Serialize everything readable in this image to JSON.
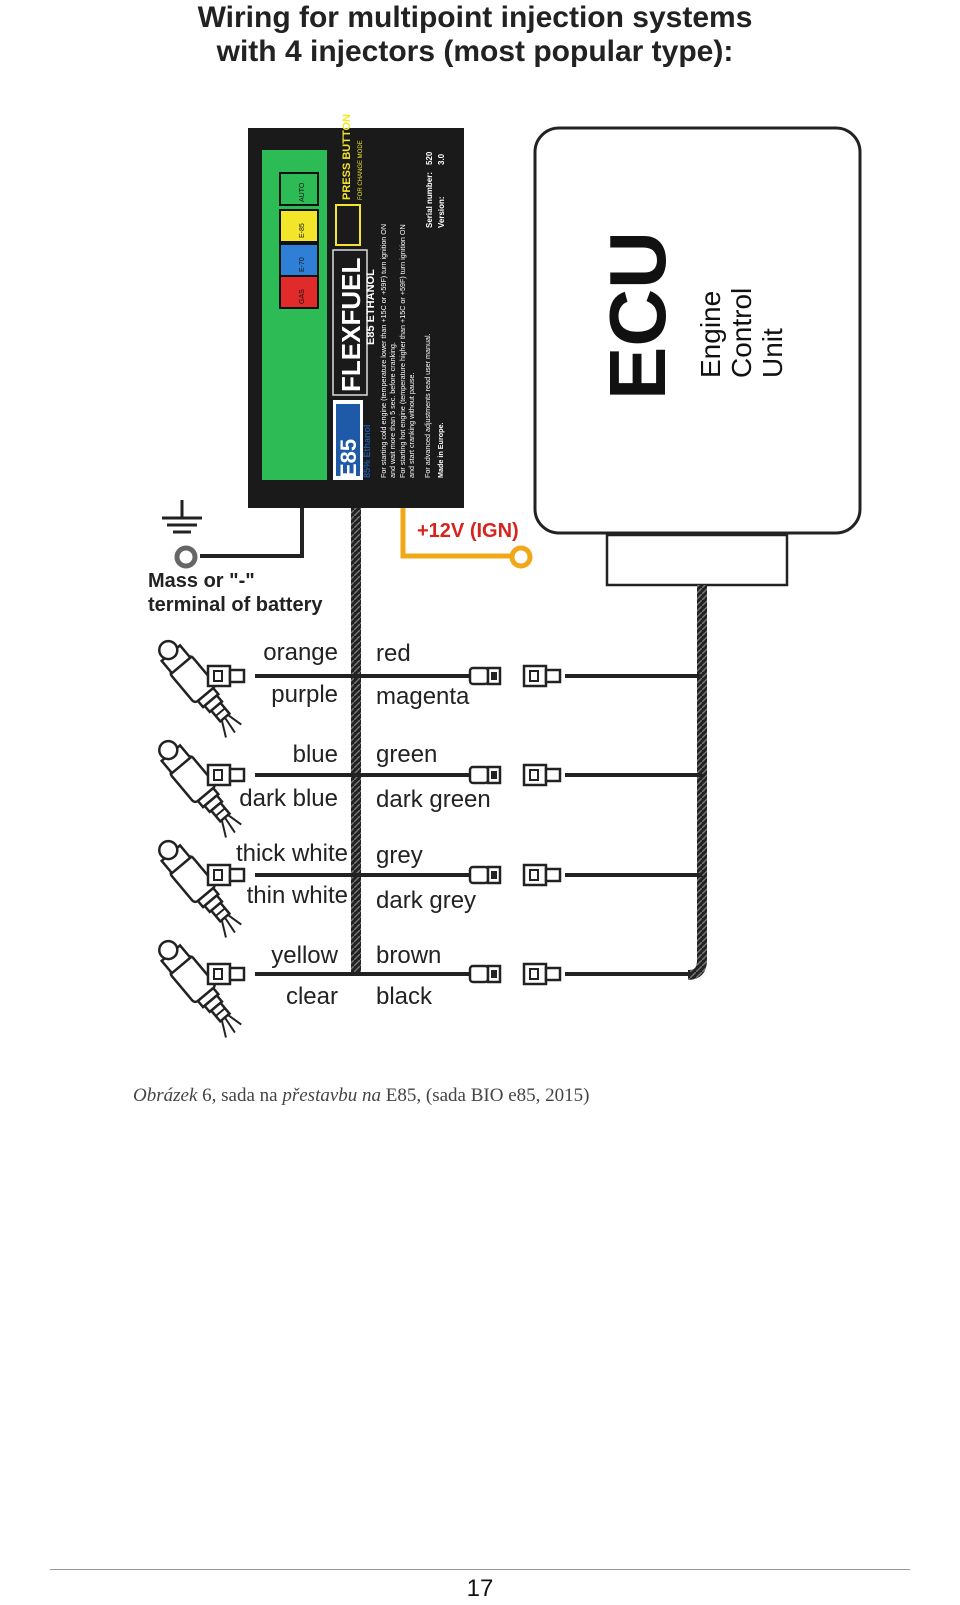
{
  "title": {
    "line1": "Wiring for multipoint injection systems",
    "line2": "with 4 injectors (most popular type):"
  },
  "device": {
    "badge": "E85",
    "badge_sub": "85% Ethanol",
    "brand": "FLEXFUEL",
    "brand_sub": "E85 ETHANOL",
    "button_label": "PRESS BUTTON",
    "button_sub": "FOR CHANGE MODE",
    "led_labels": [
      "AUTO",
      "E-85",
      "E-70",
      "GAS"
    ],
    "instructions": [
      "For starting cold engine (temperature lower than +15C or +59F) turn ignition ON",
      "and wait more than 5 sec. before cranking.",
      "For starting hot engine (temperature higher than +15C or +59F) turn ignition ON",
      "and start cranking without pause.",
      "For advanced adjustments read user manual.",
      "Made in Europe."
    ],
    "serial_label": "Serial number:",
    "serial_value": "520",
    "version_label": "Version:",
    "version_value": "3.0",
    "colors": {
      "case": "#1a1a1a",
      "panel": "#2dbb55",
      "led_auto": "#2dbb55",
      "led_e85": "#f3e62a",
      "led_e70": "#2f7fd6",
      "led_gas": "#e12a2a",
      "badge": "#1e5aa8"
    }
  },
  "ecu": {
    "abbr": "ECU",
    "line1": "Engine",
    "line2": "Control",
    "line3": "Unit"
  },
  "ground_label": {
    "line1": "Mass or \"-\"",
    "line2": "terminal of battery"
  },
  "ign_label": "+12V (IGN)",
  "wire_color_ign": "#f0a818",
  "injectors": [
    {
      "top_left": "orange",
      "bottom_left": "purple",
      "top_right": "red",
      "bottom_right": "magenta"
    },
    {
      "top_left": "blue",
      "bottom_left": "dark blue",
      "top_right": "green",
      "bottom_right": "dark green"
    },
    {
      "top_left": "thick white",
      "bottom_left": "thin white",
      "top_right": "grey",
      "bottom_right": "dark grey"
    },
    {
      "top_left": "yellow",
      "bottom_left": "clear",
      "top_right": "brown",
      "bottom_right": "black"
    }
  ],
  "caption": {
    "p1": "Obrázek",
    "p2": " 6, sada na ",
    "p3": "přestavbu na",
    "p4": " E85, (sada BIO e85, 2015)"
  },
  "page_number": "17"
}
